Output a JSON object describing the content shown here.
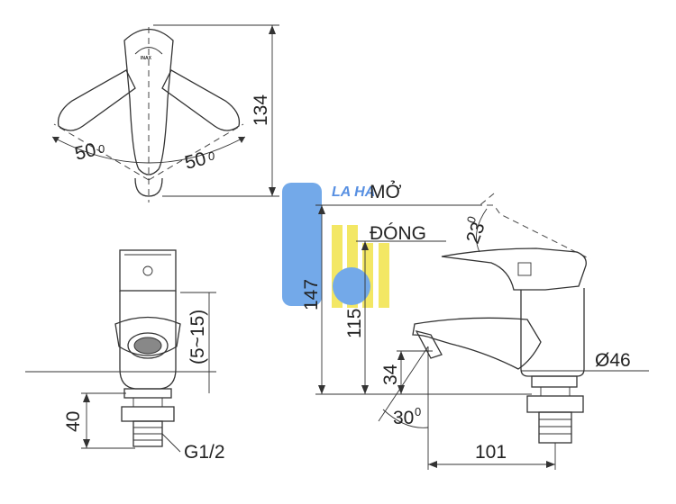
{
  "top_view": {
    "angle_left": "50",
    "angle_right": "50",
    "degree_mark": "0",
    "height_dim": "134",
    "logo": "INAX"
  },
  "front_view": {
    "aerator_dim": "(5~15)",
    "base_dim": "40",
    "thread_label": "G1/2"
  },
  "side_view": {
    "open_label": "MỞ",
    "close_label": "ĐÓNG",
    "handle_angle": "23",
    "total_height_dim": "147",
    "spout_height_dim": "115",
    "outlet_height_dim": "34",
    "spout_angle": "30",
    "degree_mark": "0",
    "body_diameter_dim": "Ø46",
    "reach_dim": "101"
  },
  "watermark": {
    "text": "LA HA",
    "colors": {
      "blue": "#5b9be6",
      "yellow": "#f2e34a"
    }
  }
}
